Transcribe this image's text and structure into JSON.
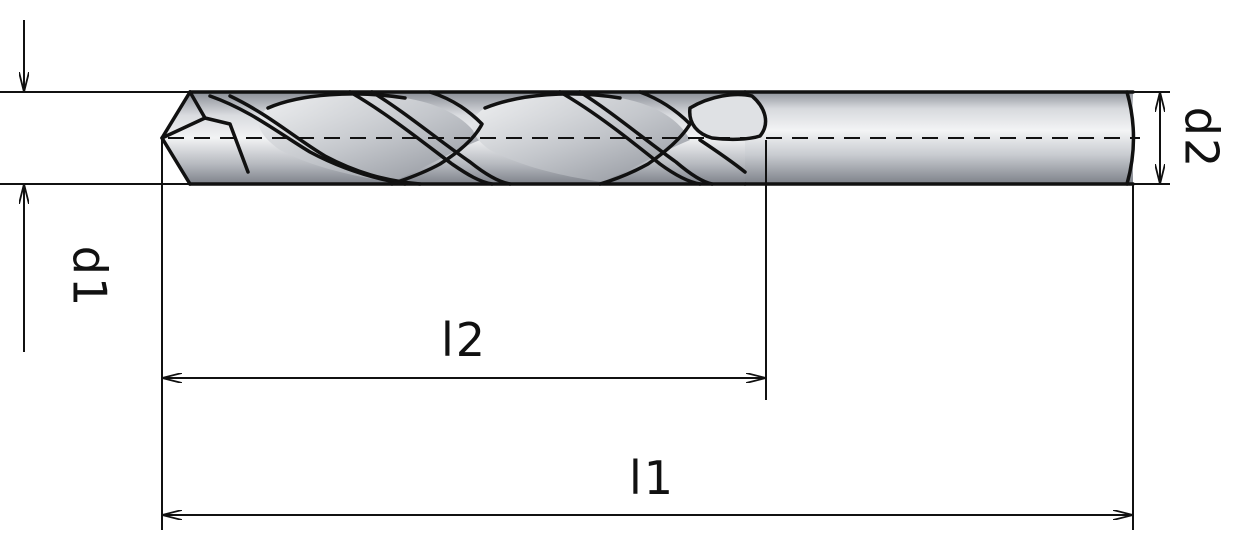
{
  "labels": {
    "d1": "d1",
    "d2": "d2",
    "l1": "l1",
    "l2": "l2"
  },
  "colors": {
    "ink": "#111111",
    "body_light": "#e9eaec",
    "body_mid": "#b9bcc2",
    "body_dark": "#8c9098",
    "background": "#ffffff"
  }
}
